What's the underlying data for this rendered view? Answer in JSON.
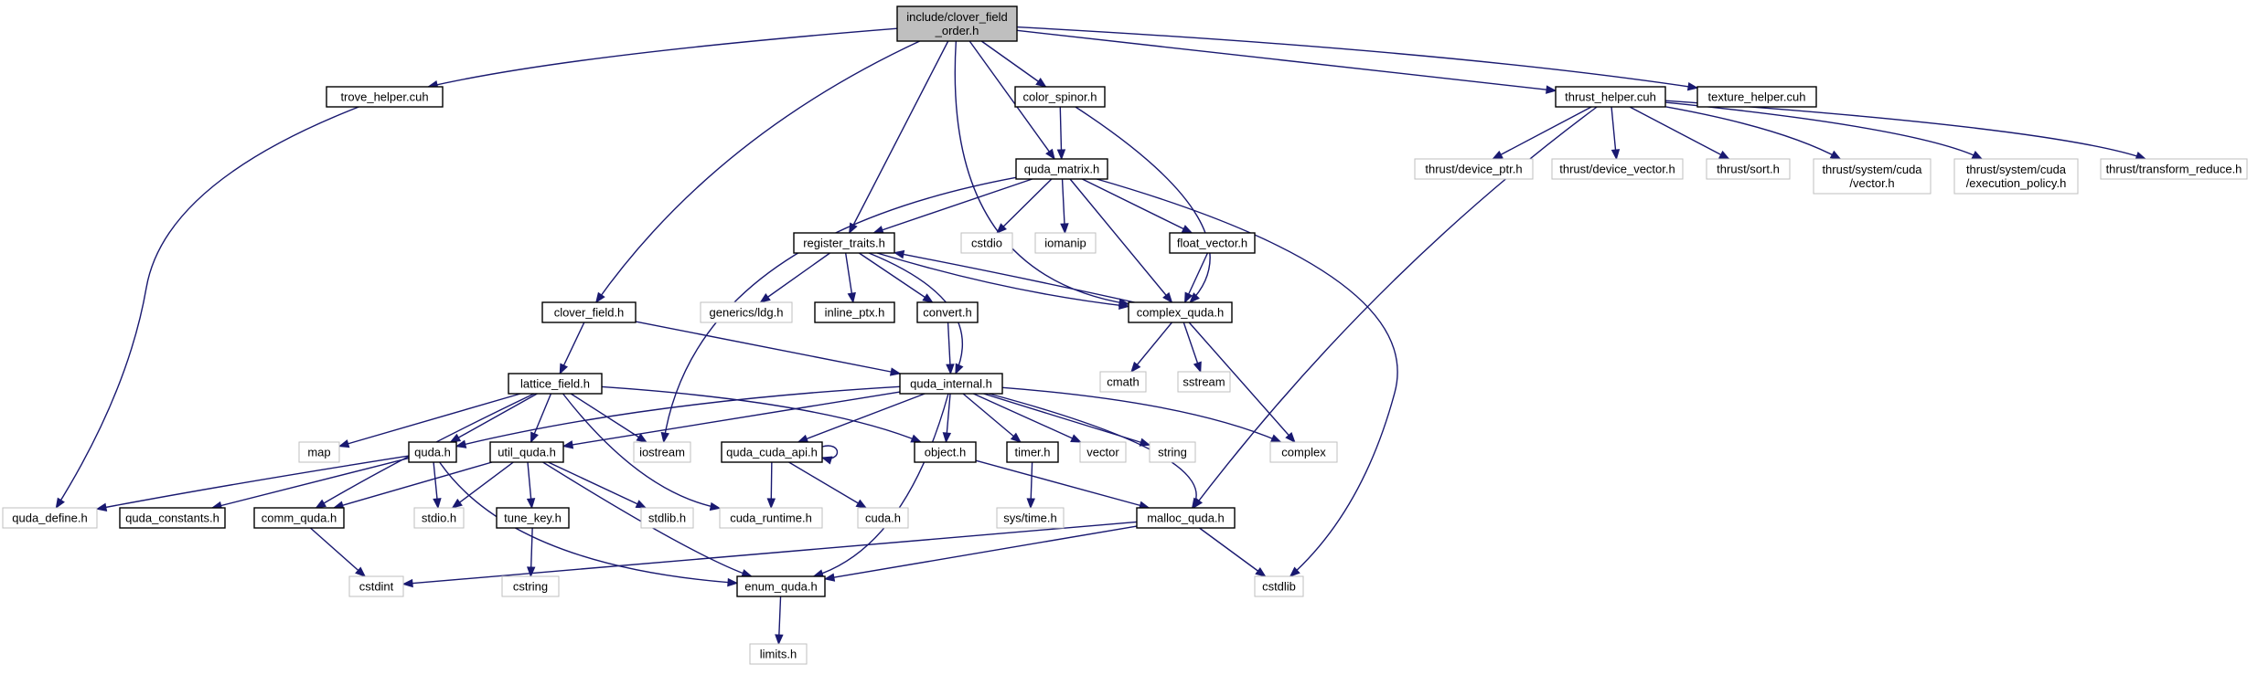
{
  "diagram": {
    "type": "include-dependency-graph",
    "nodes": [
      {
        "id": "root",
        "lines": [
          "include/clover_field",
          "_order.h"
        ],
        "kind": "root"
      },
      {
        "id": "trove",
        "lines": [
          "trove_helper.cuh"
        ],
        "kind": "file"
      },
      {
        "id": "color_spinor",
        "lines": [
          "color_spinor.h"
        ],
        "kind": "file"
      },
      {
        "id": "thrust_helper",
        "lines": [
          "thrust_helper.cuh"
        ],
        "kind": "file"
      },
      {
        "id": "texture",
        "lines": [
          "texture_helper.cuh"
        ],
        "kind": "file"
      },
      {
        "id": "quda_matrix",
        "lines": [
          "quda_matrix.h"
        ],
        "kind": "file"
      },
      {
        "id": "t_dptr",
        "lines": [
          "thrust/device_ptr.h"
        ],
        "kind": "system"
      },
      {
        "id": "t_dvec",
        "lines": [
          "thrust/device_vector.h"
        ],
        "kind": "system"
      },
      {
        "id": "t_sort",
        "lines": [
          "thrust/sort.h"
        ],
        "kind": "system"
      },
      {
        "id": "t_cvec",
        "lines": [
          "thrust/system/cuda",
          "/vector.h"
        ],
        "kind": "system"
      },
      {
        "id": "t_exec",
        "lines": [
          "thrust/system/cuda",
          "/execution_policy.h"
        ],
        "kind": "system"
      },
      {
        "id": "t_tred",
        "lines": [
          "thrust/transform_reduce.h"
        ],
        "kind": "system"
      },
      {
        "id": "cstdio",
        "lines": [
          "cstdio"
        ],
        "kind": "system"
      },
      {
        "id": "iomanip",
        "lines": [
          "iomanip"
        ],
        "kind": "system"
      },
      {
        "id": "float_vector",
        "lines": [
          "float_vector.h"
        ],
        "kind": "file"
      },
      {
        "id": "register_traits",
        "lines": [
          "register_traits.h"
        ],
        "kind": "file"
      },
      {
        "id": "generics",
        "lines": [
          "generics/ldg.h"
        ],
        "kind": "system"
      },
      {
        "id": "inline_ptx",
        "lines": [
          "inline_ptx.h"
        ],
        "kind": "file"
      },
      {
        "id": "convert",
        "lines": [
          "convert.h"
        ],
        "kind": "file"
      },
      {
        "id": "complex_quda",
        "lines": [
          "complex_quda.h"
        ],
        "kind": "file"
      },
      {
        "id": "clover_field",
        "lines": [
          "clover_field.h"
        ],
        "kind": "file"
      },
      {
        "id": "cmath",
        "lines": [
          "cmath"
        ],
        "kind": "system"
      },
      {
        "id": "sstream",
        "lines": [
          "sstream"
        ],
        "kind": "system"
      },
      {
        "id": "lattice_field",
        "lines": [
          "lattice_field.h"
        ],
        "kind": "file"
      },
      {
        "id": "quda_internal",
        "lines": [
          "quda_internal.h"
        ],
        "kind": "file"
      },
      {
        "id": "map",
        "lines": [
          "map"
        ],
        "kind": "system"
      },
      {
        "id": "quda_h",
        "lines": [
          "quda.h"
        ],
        "kind": "file"
      },
      {
        "id": "util_quda",
        "lines": [
          "util_quda.h"
        ],
        "kind": "file"
      },
      {
        "id": "iostream",
        "lines": [
          "iostream"
        ],
        "kind": "system"
      },
      {
        "id": "quda_cuda_api",
        "lines": [
          "quda_cuda_api.h"
        ],
        "kind": "file"
      },
      {
        "id": "object",
        "lines": [
          "object.h"
        ],
        "kind": "file"
      },
      {
        "id": "timer",
        "lines": [
          "timer.h"
        ],
        "kind": "file"
      },
      {
        "id": "vector",
        "lines": [
          "vector"
        ],
        "kind": "system"
      },
      {
        "id": "string",
        "lines": [
          "string"
        ],
        "kind": "system"
      },
      {
        "id": "complex",
        "lines": [
          "complex"
        ],
        "kind": "system"
      },
      {
        "id": "quda_define",
        "lines": [
          "quda_define.h"
        ],
        "kind": "system"
      },
      {
        "id": "quda_constants",
        "lines": [
          "quda_constants.h"
        ],
        "kind": "file"
      },
      {
        "id": "comm_quda",
        "lines": [
          "comm_quda.h"
        ],
        "kind": "file"
      },
      {
        "id": "stdio",
        "lines": [
          "stdio.h"
        ],
        "kind": "system"
      },
      {
        "id": "tune_key",
        "lines": [
          "tune_key.h"
        ],
        "kind": "file"
      },
      {
        "id": "stdlib",
        "lines": [
          "stdlib.h"
        ],
        "kind": "system"
      },
      {
        "id": "cuda_runtime",
        "lines": [
          "cuda_runtime.h"
        ],
        "kind": "system"
      },
      {
        "id": "cuda_h",
        "lines": [
          "cuda.h"
        ],
        "kind": "system"
      },
      {
        "id": "systime",
        "lines": [
          "sys/time.h"
        ],
        "kind": "system"
      },
      {
        "id": "malloc_quda",
        "lines": [
          "malloc_quda.h"
        ],
        "kind": "file"
      },
      {
        "id": "cstdint",
        "lines": [
          "cstdint"
        ],
        "kind": "system"
      },
      {
        "id": "cstring",
        "lines": [
          "cstring"
        ],
        "kind": "system"
      },
      {
        "id": "enum_quda",
        "lines": [
          "enum_quda.h"
        ],
        "kind": "file"
      },
      {
        "id": "cstdlib",
        "lines": [
          "cstdlib"
        ],
        "kind": "system"
      },
      {
        "id": "limits",
        "lines": [
          "limits.h"
        ],
        "kind": "system"
      }
    ],
    "edges": [
      [
        "root",
        "trove"
      ],
      [
        "root",
        "color_spinor"
      ],
      [
        "root",
        "thrust_helper"
      ],
      [
        "root",
        "texture"
      ],
      [
        "root",
        "quda_matrix"
      ],
      [
        "root",
        "register_traits"
      ],
      [
        "root",
        "complex_quda"
      ],
      [
        "root",
        "clover_field"
      ],
      [
        "trove",
        "quda_define"
      ],
      [
        "color_spinor",
        "quda_matrix"
      ],
      [
        "color_spinor",
        "complex_quda"
      ],
      [
        "thrust_helper",
        "t_dptr"
      ],
      [
        "thrust_helper",
        "t_dvec"
      ],
      [
        "thrust_helper",
        "t_sort"
      ],
      [
        "thrust_helper",
        "t_cvec"
      ],
      [
        "thrust_helper",
        "t_exec"
      ],
      [
        "thrust_helper",
        "t_tred"
      ],
      [
        "thrust_helper",
        "malloc_quda"
      ],
      [
        "quda_matrix",
        "cstdio"
      ],
      [
        "quda_matrix",
        "iomanip"
      ],
      [
        "quda_matrix",
        "float_vector"
      ],
      [
        "quda_matrix",
        "register_traits"
      ],
      [
        "quda_matrix",
        "complex_quda"
      ],
      [
        "quda_matrix",
        "iostream"
      ],
      [
        "quda_matrix",
        "cstdlib"
      ],
      [
        "float_vector",
        "complex_quda"
      ],
      [
        "register_traits",
        "generics"
      ],
      [
        "register_traits",
        "inline_ptx"
      ],
      [
        "register_traits",
        "convert"
      ],
      [
        "register_traits",
        "complex_quda"
      ],
      [
        "register_traits",
        "quda_internal"
      ],
      [
        "convert",
        "quda_internal"
      ],
      [
        "complex_quda",
        "cmath"
      ],
      [
        "complex_quda",
        "sstream"
      ],
      [
        "complex_quda",
        "complex"
      ],
      [
        "complex_quda",
        "register_traits"
      ],
      [
        "clover_field",
        "lattice_field"
      ],
      [
        "clover_field",
        "quda_internal"
      ],
      [
        "lattice_field",
        "map"
      ],
      [
        "lattice_field",
        "quda_h"
      ],
      [
        "lattice_field",
        "util_quda"
      ],
      [
        "lattice_field",
        "iostream"
      ],
      [
        "lattice_field",
        "comm_quda"
      ],
      [
        "lattice_field",
        "object"
      ],
      [
        "lattice_field",
        "cuda_runtime"
      ],
      [
        "quda_internal",
        "quda_h"
      ],
      [
        "quda_internal",
        "util_quda"
      ],
      [
        "quda_internal",
        "quda_cuda_api"
      ],
      [
        "quda_internal",
        "object"
      ],
      [
        "quda_internal",
        "timer"
      ],
      [
        "quda_internal",
        "vector"
      ],
      [
        "quda_internal",
        "string"
      ],
      [
        "quda_internal",
        "complex"
      ],
      [
        "quda_internal",
        "malloc_quda"
      ],
      [
        "quda_internal",
        "enum_quda"
      ],
      [
        "quda_h",
        "quda_define"
      ],
      [
        "quda_h",
        "quda_constants"
      ],
      [
        "quda_h",
        "stdio"
      ],
      [
        "quda_h",
        "enum_quda"
      ],
      [
        "util_quda",
        "stdio"
      ],
      [
        "util_quda",
        "comm_quda"
      ],
      [
        "util_quda",
        "tune_key"
      ],
      [
        "util_quda",
        "stdlib"
      ],
      [
        "util_quda",
        "enum_quda"
      ],
      [
        "quda_cuda_api",
        "quda_cuda_api"
      ],
      [
        "quda_cuda_api",
        "cuda_runtime"
      ],
      [
        "quda_cuda_api",
        "cuda_h"
      ],
      [
        "object",
        "malloc_quda"
      ],
      [
        "timer",
        "systime"
      ],
      [
        "comm_quda",
        "cstdint"
      ],
      [
        "tune_key",
        "cstring"
      ],
      [
        "malloc_quda",
        "cstdint"
      ],
      [
        "malloc_quda",
        "enum_quda"
      ],
      [
        "malloc_quda",
        "cstdlib"
      ],
      [
        "enum_quda",
        "limits"
      ]
    ]
  }
}
